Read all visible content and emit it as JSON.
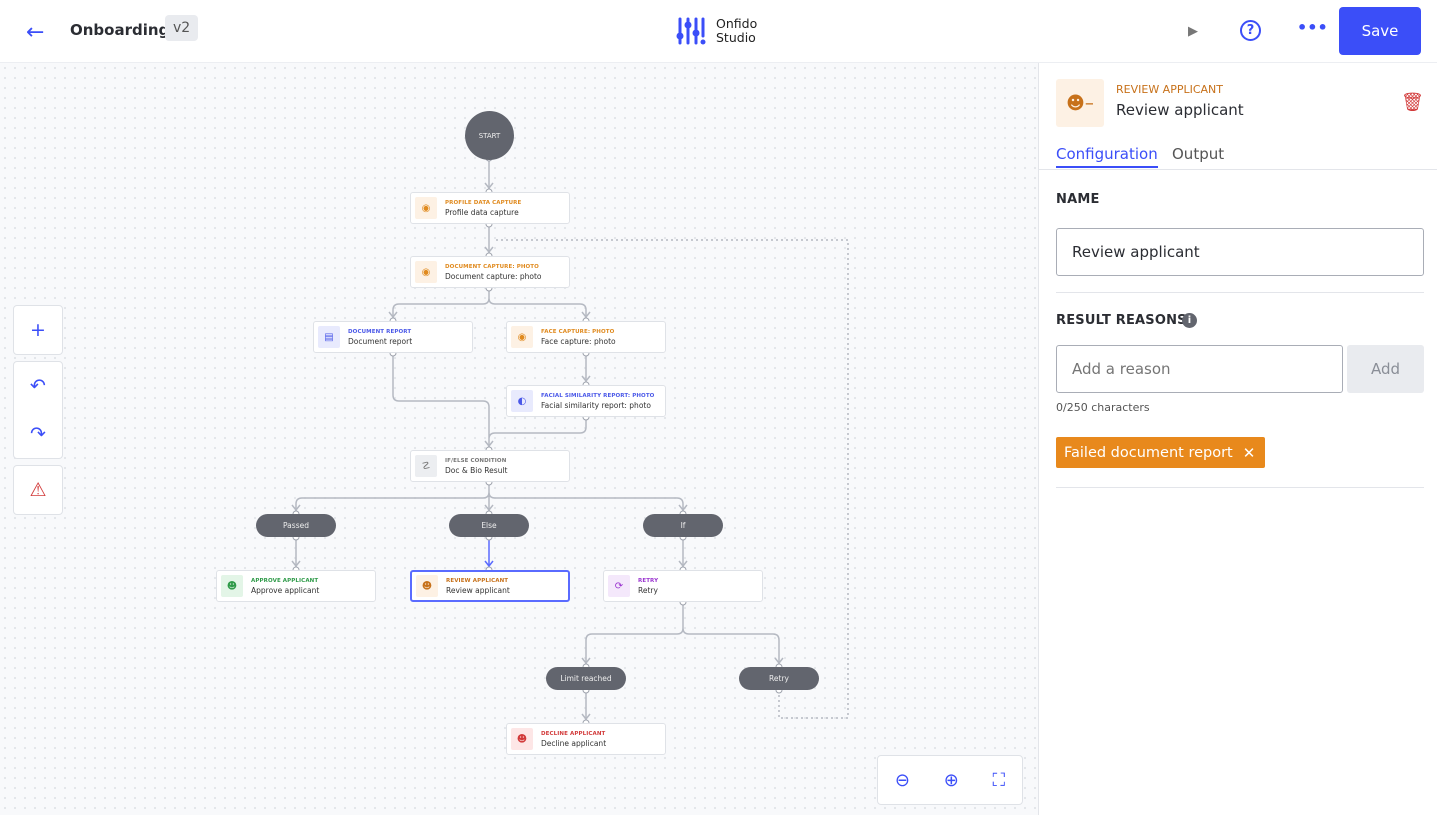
{
  "header": {
    "back_icon": "arrow-left-icon",
    "title": "Onboarding",
    "version": "v2",
    "logo_line1": "Onfido",
    "logo_line2": "Studio",
    "save_label": "Save",
    "accent": "#3b4ef8"
  },
  "flow": {
    "start": "START",
    "nodes": [
      {
        "kind": "PROFILE DATA CAPTURE",
        "label": "Profile data capture",
        "icon": "face-scan-icon",
        "color": "#e08a1e",
        "bg": "#fdf1e4"
      },
      {
        "kind": "DOCUMENT CAPTURE: PHOTO",
        "label": "Document capture: photo",
        "icon": "face-scan-icon",
        "color": "#e08a1e",
        "bg": "#fdf1e4"
      },
      {
        "kind": "DOCUMENT REPORT",
        "label": "Document report",
        "icon": "document-icon",
        "color": "#4a58e8",
        "bg": "#e8eafd"
      },
      {
        "kind": "FACE CAPTURE: PHOTO",
        "label": "Face capture: photo",
        "icon": "face-scan-icon",
        "color": "#e08a1e",
        "bg": "#fdf1e4"
      },
      {
        "kind": "FACIAL SIMILARITY REPORT: PHOTO",
        "label": "Facial similarity report: photo",
        "icon": "face-report-icon",
        "color": "#4a58e8",
        "bg": "#e8eafd"
      },
      {
        "kind": "IF/ELSE CONDITION",
        "label": "Doc & Bio Result",
        "icon": "branch-icon",
        "color": "#777",
        "bg": "#eceef1"
      },
      {
        "kind": "APPROVE APPLICANT",
        "label": "Approve applicant",
        "icon": "user-check-icon",
        "color": "#2e9a48",
        "bg": "#e3f5e7"
      },
      {
        "kind": "REVIEW APPLICANT",
        "label": "Review applicant",
        "icon": "user-minus-icon",
        "color": "#c7711a",
        "bg": "#fdf1e4"
      },
      {
        "kind": "RETRY",
        "label": "Retry",
        "icon": "refresh-icon",
        "color": "#9b35d0",
        "bg": "#f4e8fb"
      },
      {
        "kind": "DECLINE APPLICANT",
        "label": "Decline applicant",
        "icon": "user-x-icon",
        "color": "#d23a3a",
        "bg": "#fde6e6"
      }
    ],
    "pills": [
      "Passed",
      "Else",
      "If",
      "Limit reached",
      "Retry"
    ]
  },
  "panel": {
    "kind": "REVIEW APPLICANT",
    "title": "Review applicant",
    "tabs": [
      "Configuration",
      "Output"
    ],
    "name_label": "NAME",
    "name_value": "Review applicant",
    "reasons_label": "RESULT REASONS",
    "reason_placeholder": "Add a reason",
    "add_label": "Add",
    "char_count": "0/250 characters",
    "tags": [
      "Failed document report"
    ],
    "tag_color": "#e8891c"
  }
}
